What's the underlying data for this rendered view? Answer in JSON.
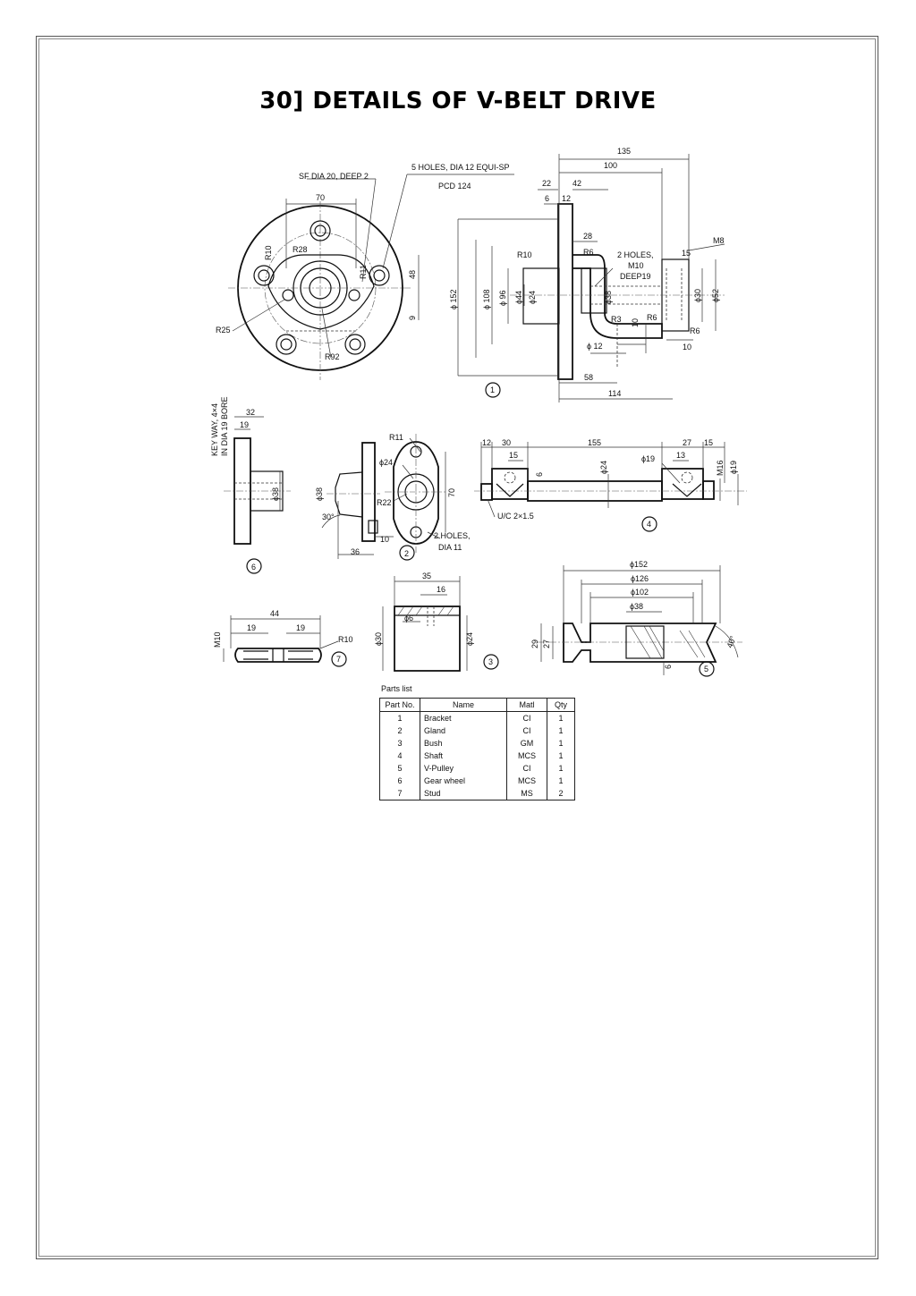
{
  "title": "30] DETAILS OF V-BELT DRIVE",
  "labels": {
    "sf": "SF DIA 20, DEEP 2",
    "holes5": "5 HOLES, DIA 12 EQUI-SP",
    "pcd": "PCD 124",
    "d70": "70",
    "r28": "R28",
    "r10a": "R10",
    "r11a": "R11",
    "d48": "48",
    "d9": "9",
    "r25": "R25",
    "r92": "R92",
    "d135": "135",
    "d100": "100",
    "d22": "22",
    "d42": "42",
    "d6": "6",
    "d12a": "12",
    "d28": "28",
    "r10b": "R10",
    "r6a": "R6",
    "holes2a": "2 HOLES,",
    "m10a": "M10",
    "deep19": "DEEP19",
    "d15a": "15",
    "m8": "M8",
    "phi152a": "ϕ 152",
    "phi108": "ϕ 108",
    "phi96": "ϕ 96",
    "phi44": "ϕ44",
    "phi24a": "ϕ24",
    "phi38a": "ϕ38",
    "r3": "R3",
    "d10a": "10",
    "r6b": "R6",
    "r6c": "R6",
    "phi30a": "ϕ30",
    "phi52": "ϕ52",
    "phi12": "ϕ 12",
    "d10b": "10",
    "d58": "58",
    "d114": "114",
    "n1": "1",
    "keyway1": "KEY WAY, 4×4",
    "keyway2": "IN DIA 19 BORE",
    "d32": "32",
    "d19a": "19",
    "phi38b": "ϕ38",
    "n6": "6",
    "r11b": "R11",
    "phi24b": "ϕ24",
    "phi38c": "ϕ38",
    "d30deg": "30°",
    "r22": "R22",
    "d70b": "70",
    "d10c": "10",
    "d36": "36",
    "n2": "2",
    "holes2b": "2 HOLES,",
    "dia11": "DIA 11",
    "d12b": "12",
    "d30a": "30",
    "d155": "155",
    "d27a": "27",
    "d15b": "15",
    "d15c": "15",
    "d6b": "6",
    "phi24c": "ϕ24",
    "phi19a": "ϕ19",
    "d13": "13",
    "m16": "M16",
    "phi19b": "ϕ19",
    "uc": "U/C 2×1.5",
    "n4": "4",
    "phi152b": "ϕ152",
    "phi126": "ϕ126",
    "phi102": "ϕ102",
    "phi38d": "ϕ38",
    "d29": "29",
    "d27b": "27",
    "d6c": "6",
    "d40deg": "40°",
    "n5": "5",
    "d35": "35",
    "d16": "16",
    "phi6": "ϕ6",
    "phi30b": "ϕ30",
    "phi24d": "ϕ24",
    "n3": "3",
    "d44": "44",
    "d19b": "19",
    "d19c": "19",
    "m10b": "M10",
    "r10c": "R10",
    "n7": "7"
  },
  "parts_list": {
    "caption": "Parts list",
    "headers": [
      "Part No.",
      "Name",
      "Matl",
      "Qty"
    ],
    "rows": [
      [
        "1",
        "Bracket",
        "CI",
        "1"
      ],
      [
        "2",
        "Gland",
        "CI",
        "1"
      ],
      [
        "3",
        "Bush",
        "GM",
        "1"
      ],
      [
        "4",
        "Shaft",
        "MCS",
        "1"
      ],
      [
        "5",
        "V-Pulley",
        "CI",
        "1"
      ],
      [
        "6",
        "Gear wheel",
        "MCS",
        "1"
      ],
      [
        "7",
        "Stud",
        "MS",
        "2"
      ]
    ]
  }
}
